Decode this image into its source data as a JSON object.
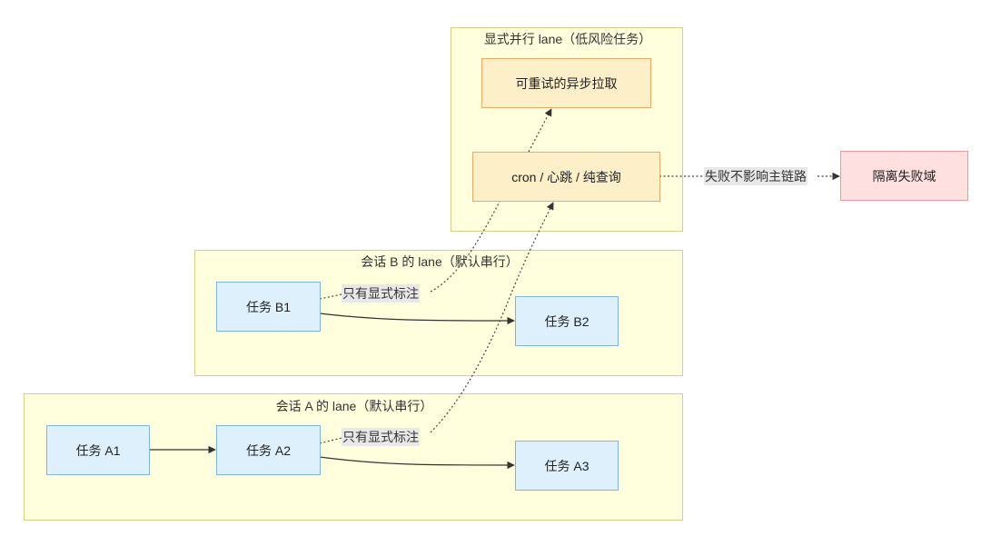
{
  "diagram": {
    "lanes": {
      "parallel": {
        "title": "显式并行 lane（低风险任务）"
      },
      "session_b": {
        "title": "会话 B 的 lane（默认串行）"
      },
      "session_a": {
        "title": "会话 A 的 lane（默认串行）"
      }
    },
    "nodes": {
      "async_fetch": "可重试的异步拉取",
      "cron": "cron / 心跳 / 纯查询",
      "isolated": "隔离失败域",
      "b1": "任务 B1",
      "b2": "任务 B2",
      "a1": "任务 A1",
      "a2": "任务 A2",
      "a3": "任务 A3"
    },
    "edge_labels": {
      "explicit_b": "只有显式标注",
      "explicit_a": "只有显式标注",
      "failure": "失败不影响主链路"
    },
    "colors": {
      "task": "#ddf0fc",
      "parallel_task": "#fdefc8",
      "isolated": "#ffe0e0",
      "lane": "#ffffde"
    }
  }
}
